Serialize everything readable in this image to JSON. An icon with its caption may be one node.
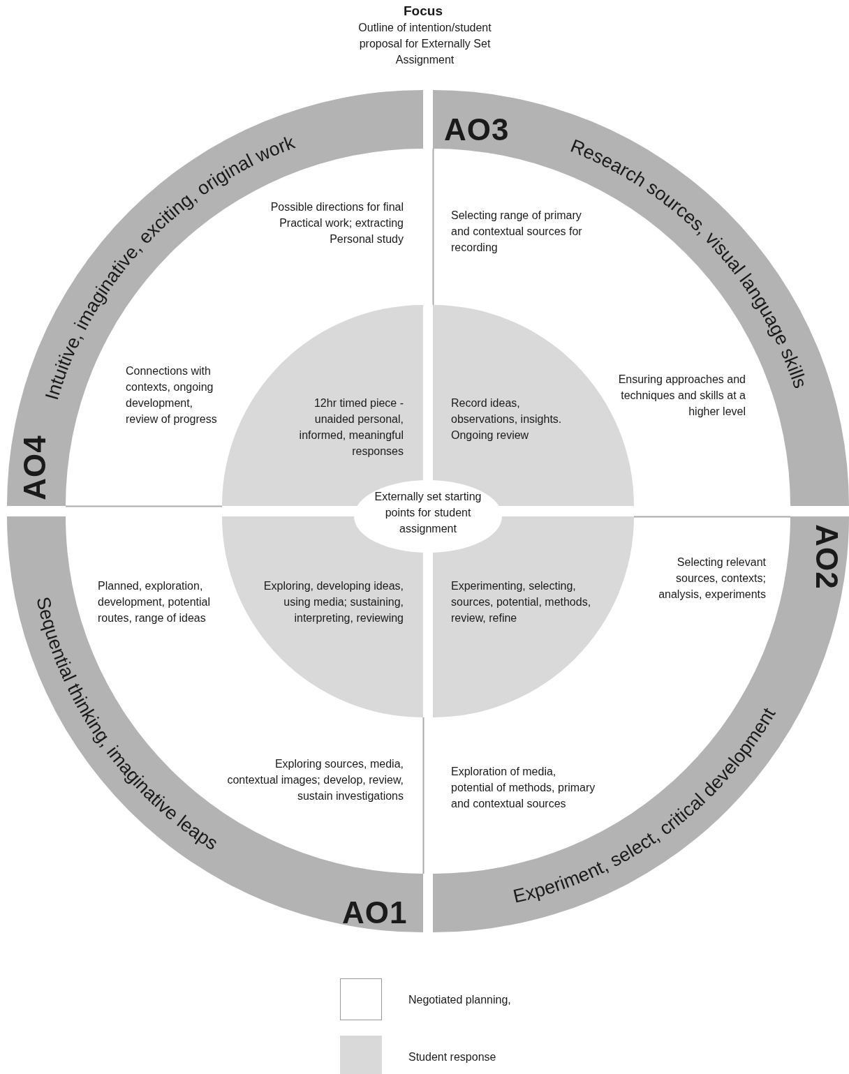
{
  "diagram": {
    "title": "Focus",
    "labels": [
      "Outline of intention/student proposal for Externally Set Assignment",
      "Possible directions for final Practical work; extracting Personal study",
      "Selecting range of primary and contextual sources for recording",
      "Connections with contexts, ongoing development, review of progress",
      "Ensuring approaches and techniques and skills at a higher level",
      "Selecting relevant sources, contexts; analysis, experiments",
      "Planned, exploration, development, potential routes, range of ideas",
      "Exploring sources, media, contextual images; develop, review, sustain investigations",
      "Exploration of media, potential of methods, primary and contextual sources"
    ],
    "nodes": [
      {
        "text": [
          "Intuitive, imaginative, exciting, original work",
          "AO4"
        ]
      },
      {
        "text": [
          "AO3",
          "Research sources, visual language skills"
        ]
      },
      {
        "text": [
          "12hr timed piece - unaided personal, informed, meaningful responses"
        ]
      },
      {
        "text": [
          "Record ideas, observations, insights. Ongoing review"
        ]
      },
      {
        "text": [
          "Externally set starting points for student assignment"
        ]
      },
      {
        "text": [
          "Exploring, developing ideas, using media; sustaining, interpreting, reviewing"
        ]
      },
      {
        "text": [
          "Experimenting, selecting, sources, potential, methods, review, refine"
        ]
      },
      {
        "text": [
          "Sequential thinking, imaginative leaps",
          "AO1"
        ]
      },
      {
        "text": [
          "AO2",
          "Experiment, select, critical development"
        ]
      }
    ],
    "legend": [
      {
        "text": "Negotiated planning,",
        "color": "#ffffff"
      },
      {
        "text": "Student response",
        "color": "#d9d9d9"
      }
    ]
  }
}
